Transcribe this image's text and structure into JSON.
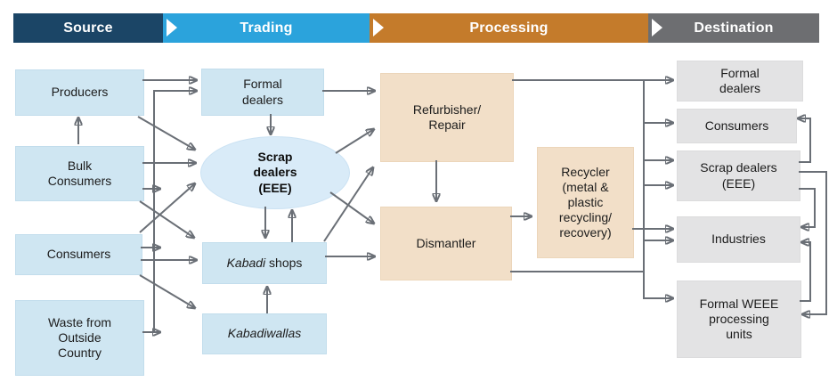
{
  "header": {
    "stages": [
      {
        "label": "Source"
      },
      {
        "label": "Trading"
      },
      {
        "label": "Processing"
      },
      {
        "label": "Destination"
      }
    ]
  },
  "nodes": {
    "producers": {
      "label": "Producers"
    },
    "bulk_consumers": {
      "label": "Bulk\nConsumers"
    },
    "consumers": {
      "label": "Consumers"
    },
    "waste_outside": {
      "label": "Waste from\nOutside\nCountry"
    },
    "formal_dealers_trading": {
      "label": "Formal\ndealers"
    },
    "scrap_dealers_eee": {
      "label": "Scrap\ndealers\n(EEE)"
    },
    "kabadi_shops": {
      "italic": "Kabadi",
      "rest": " shops"
    },
    "kabadiwallas": {
      "label": "Kabadiwallas"
    },
    "refurbisher": {
      "label": "Refurbisher/\nRepair"
    },
    "dismantler": {
      "label": "Dismantler"
    },
    "recycler": {
      "label": "Recycler\n(metal &\nplastic\nrecycling/\nrecovery)"
    },
    "formal_dealers_dest": {
      "label": "Formal\ndealers"
    },
    "consumers_dest": {
      "label": "Consumers"
    },
    "scrap_dealers_dest": {
      "label": "Scrap dealers\n(EEE)"
    },
    "industries": {
      "label": "Industries"
    },
    "formal_weee": {
      "label": "Formal WEEE\nprocessing\nunits"
    }
  },
  "colors": {
    "stage_source": "#1b4566",
    "stage_trading": "#2ba3dc",
    "stage_processing": "#c47b2b",
    "stage_destination": "#6d6e71",
    "node_blue": "#cfe6f2",
    "ellipse_blue": "#d9ebf8",
    "node_tan": "#f2dfc8",
    "node_gray": "#e3e3e4",
    "arrow": "#6a6f76"
  }
}
